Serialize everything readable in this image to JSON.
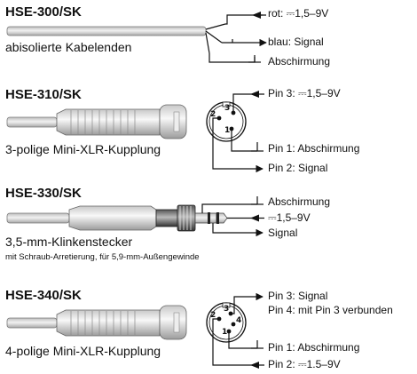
{
  "sections": [
    {
      "model": "HSE-300/SK",
      "caption": "abisolierte Kabelenden",
      "connections": [
        {
          "symbol": "←",
          "text": "rot: ⎓1,5–9V"
        },
        {
          "symbol": "→",
          "text": "blau: Signal"
        },
        {
          "symbol": "⊥",
          "text": "Abschirmung"
        }
      ]
    },
    {
      "model": "HSE-310/SK",
      "caption": "3-polige Mini-XLR-Kupplung",
      "connector_pins": [
        "2",
        "3",
        "1"
      ],
      "connections": [
        {
          "symbol": "←",
          "text": "Pin 3: ⎓1,5–9V"
        },
        {
          "symbol": "⊥",
          "text": "Pin 1: Abschirmung"
        },
        {
          "symbol": "→",
          "text": "Pin 2: Signal"
        }
      ]
    },
    {
      "model": "HSE-330/SK",
      "caption": "3,5-mm-Klinkenstecker",
      "subcaption": "mit Schraub-Arretierung, für 5,9-mm-Außengewinde",
      "connections": [
        {
          "symbol": "⊥",
          "text": "Abschirmung"
        },
        {
          "symbol": "←",
          "text": "⎓1,5–9V"
        },
        {
          "symbol": "→",
          "text": "Signal"
        }
      ]
    },
    {
      "model": "HSE-340/SK",
      "caption": "4-polige Mini-XLR-Kupplung",
      "connector_pins": [
        "2",
        "3",
        "4",
        "1"
      ],
      "connections": [
        {
          "symbol": "→",
          "text": "Pin 3: Signal"
        },
        {
          "symbol": "",
          "text": "Pin 4: mit Pin 3 verbunden"
        },
        {
          "symbol": "⊥",
          "text": "Pin 1: Abschirmung"
        },
        {
          "symbol": "←",
          "text": "Pin 2: ⎓1.5–9V"
        }
      ]
    }
  ]
}
